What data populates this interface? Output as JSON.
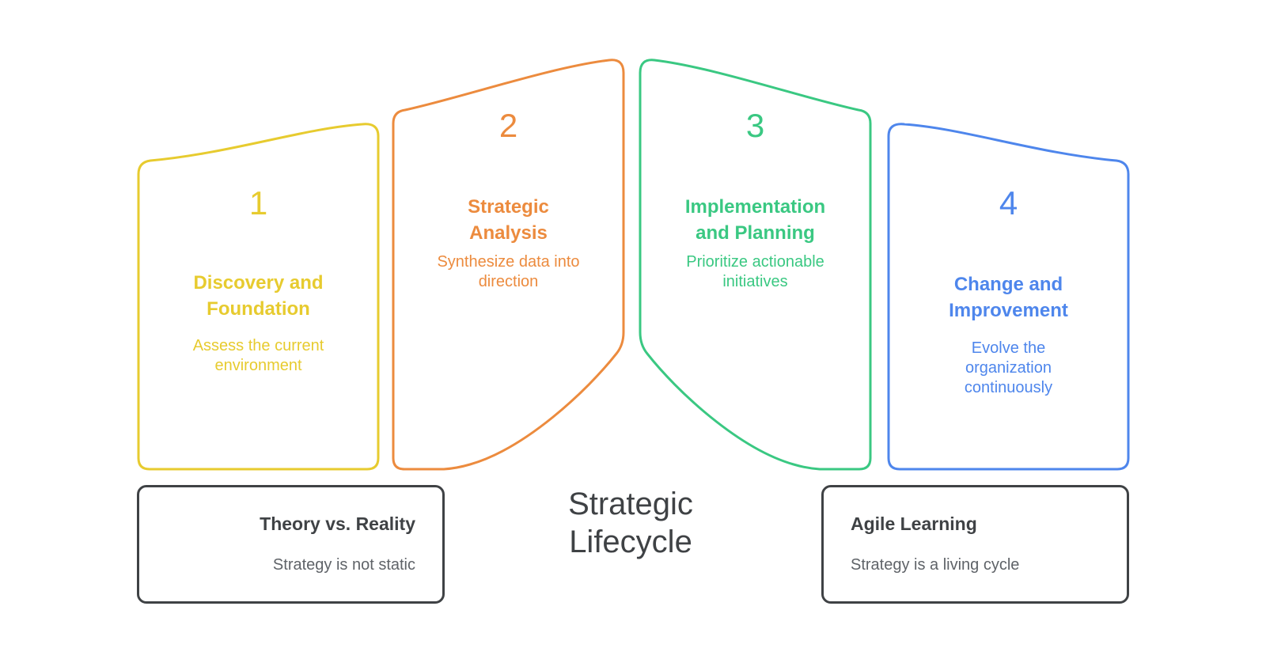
{
  "title": "Strategic\nLifecycle",
  "colors": {
    "yellow": "#E7CB2F",
    "orange": "#EC8B3E",
    "green": "#3AC882",
    "blue": "#4E86EC",
    "dark": "#3F4245",
    "gray": "#5F6368",
    "background": "#FFFFFF"
  },
  "cards": [
    {
      "number": "1",
      "heading": "Discovery and\nFoundation",
      "body": "Assess the current\nenvironment",
      "color": "#E7CB2F"
    },
    {
      "number": "2",
      "heading": "Strategic\nAnalysis",
      "body": "Synthesize data into\ndirection",
      "color": "#EC8B3E"
    },
    {
      "number": "3",
      "heading": "Implementation\nand Planning",
      "body": "Prioritize actionable\ninitiatives",
      "color": "#3AC882"
    },
    {
      "number": "4",
      "heading": "Change and\nImprovement",
      "body": "Evolve the\norganization\ncontinuously",
      "color": "#4E86EC"
    }
  ],
  "notes": [
    {
      "heading": "Theory vs. Reality",
      "body": "Strategy is not static"
    },
    {
      "heading": "Agile Learning",
      "body": "Strategy is a living cycle"
    }
  ]
}
